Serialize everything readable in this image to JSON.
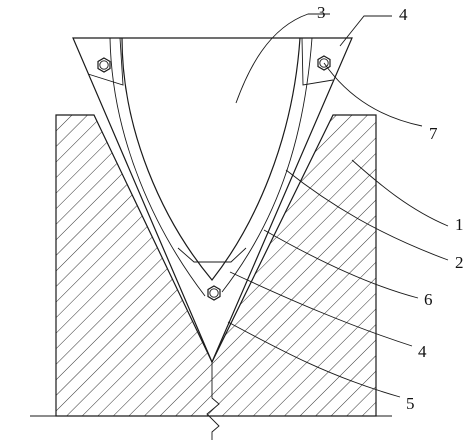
{
  "diagram": {
    "callouts": [
      {
        "id": "c3",
        "label": "3"
      },
      {
        "id": "c4top",
        "label": "4"
      },
      {
        "id": "c7",
        "label": "7"
      },
      {
        "id": "c1",
        "label": "1"
      },
      {
        "id": "c2",
        "label": "2"
      },
      {
        "id": "c6",
        "label": "6"
      },
      {
        "id": "c4bottom",
        "label": "4"
      },
      {
        "id": "c5",
        "label": "5"
      }
    ]
  }
}
